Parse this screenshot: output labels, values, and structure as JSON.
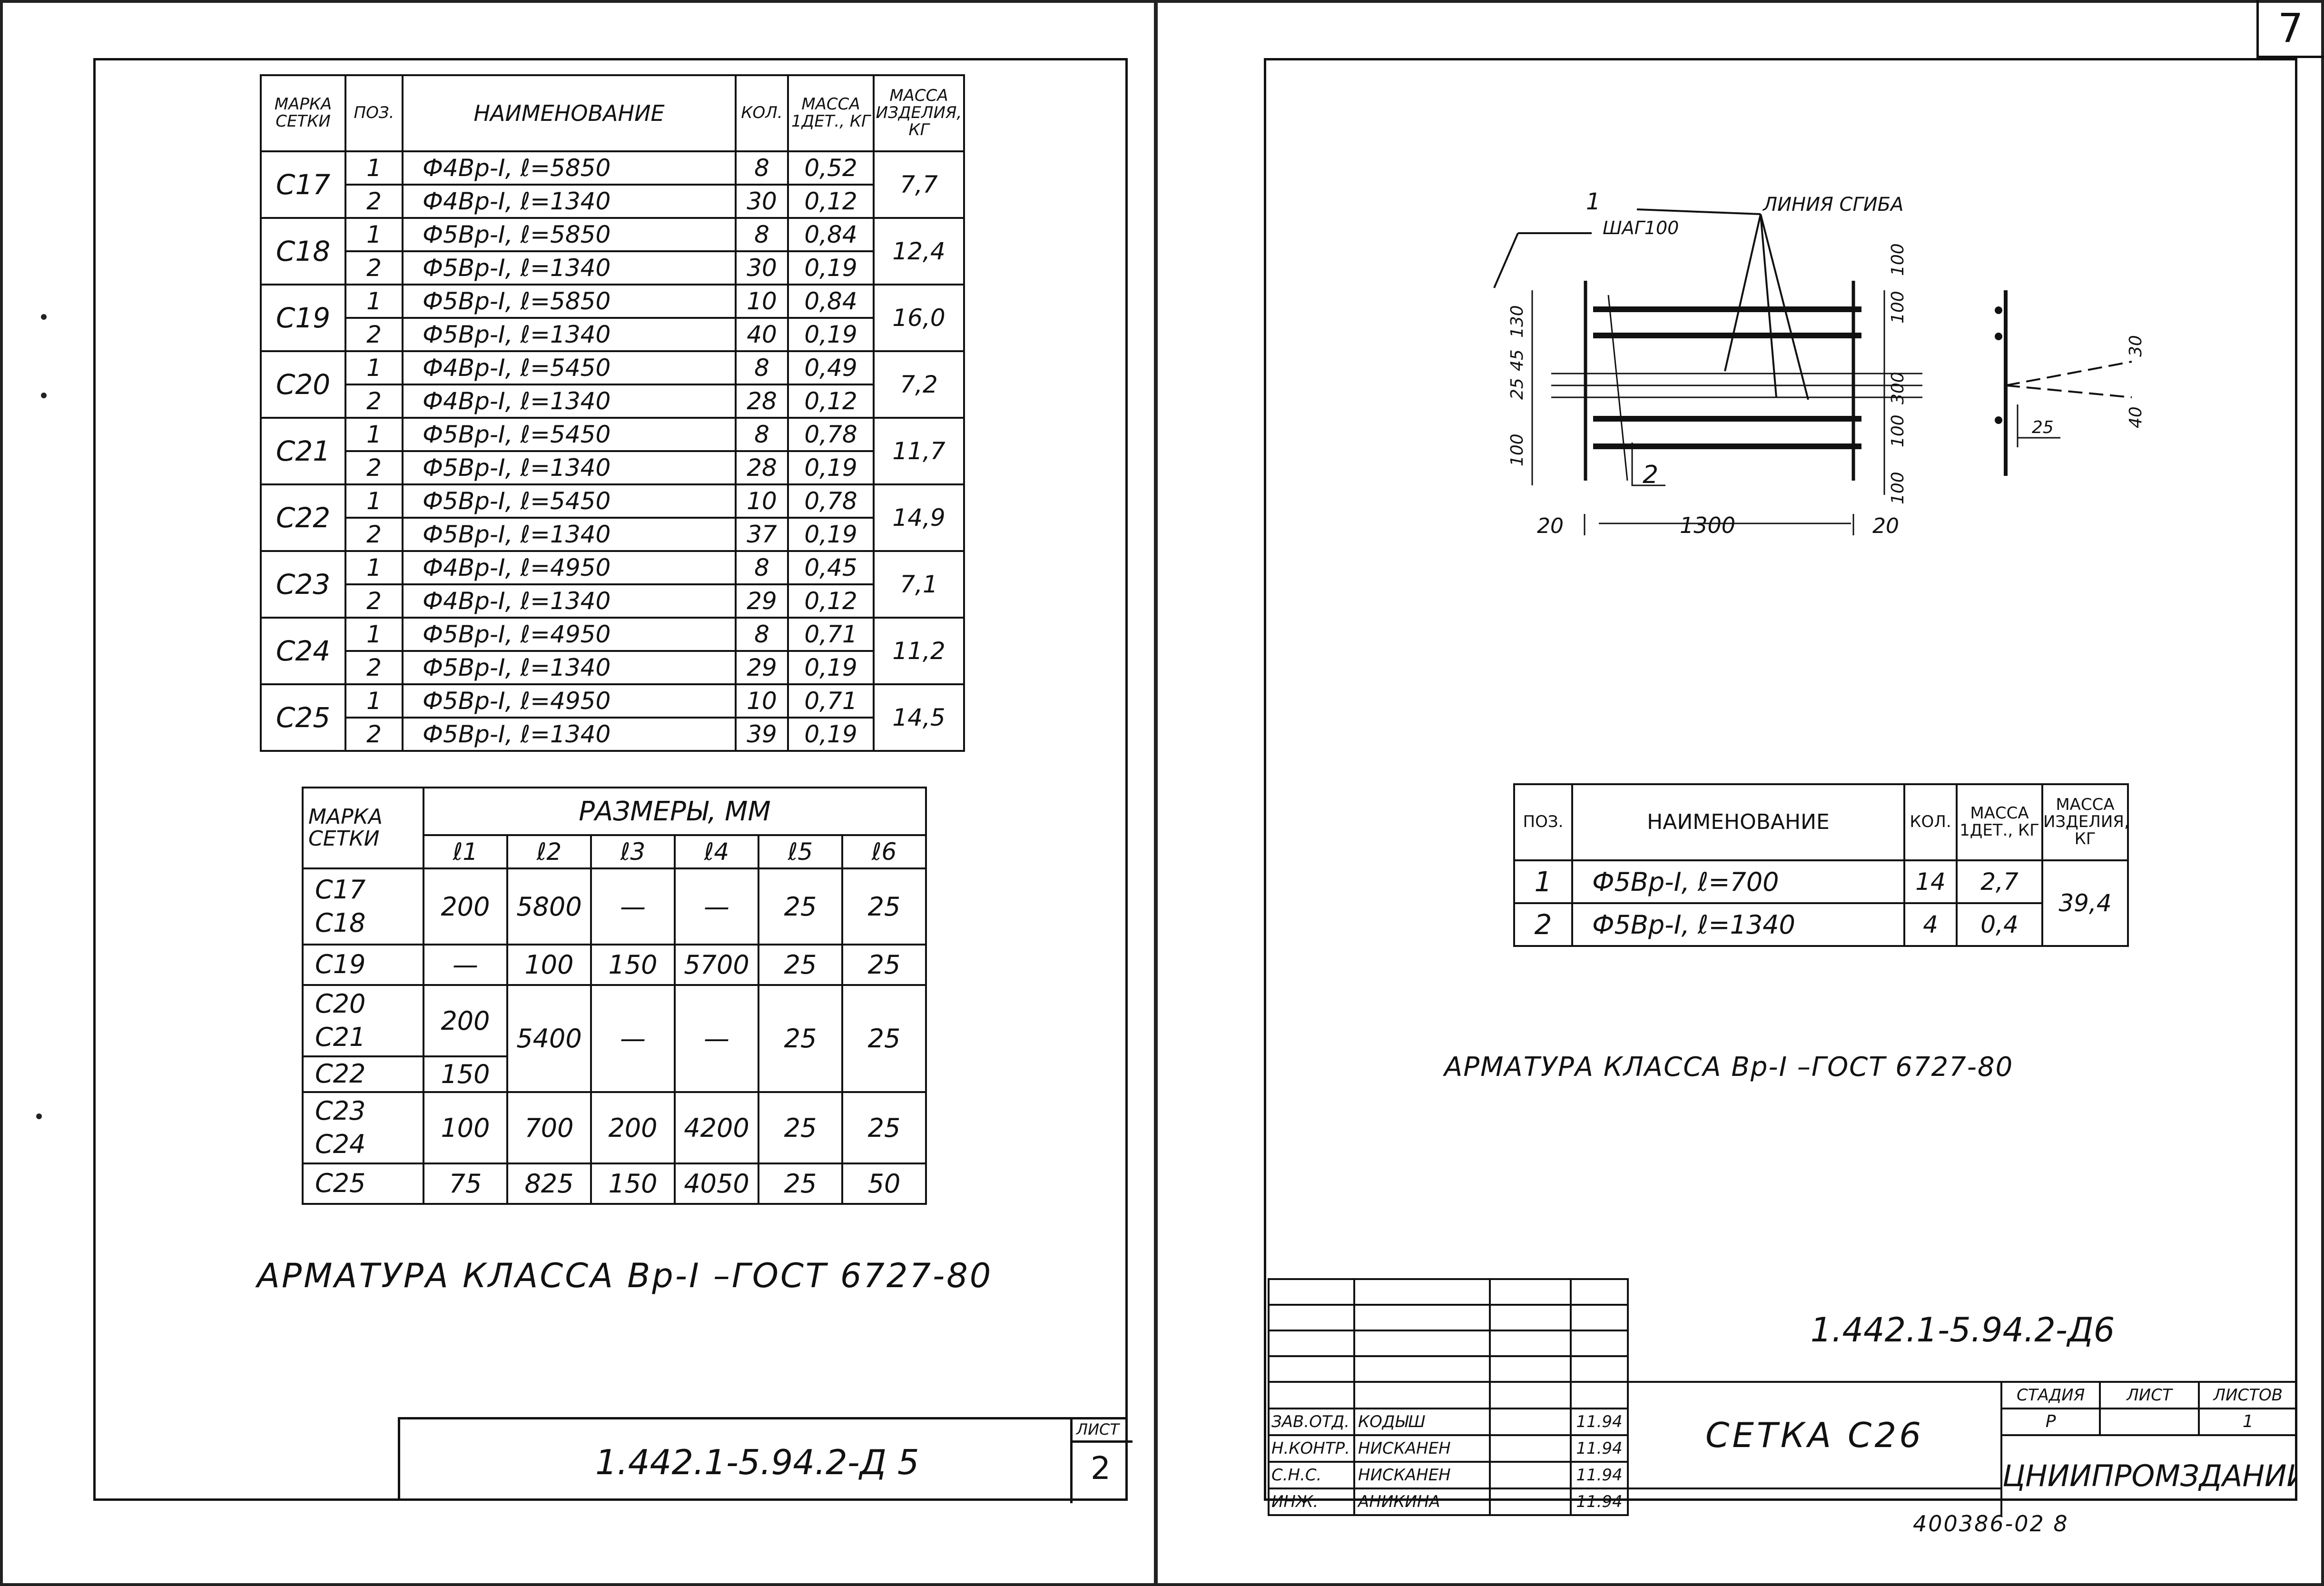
{
  "left_sheet": {
    "spec_table": {
      "headers": [
        "МАРКА СЕТКИ",
        "ПОЗ.",
        "НАИМЕНОВАНИЕ",
        "КОЛ.",
        "МАССА 1ДЕТ., КГ",
        "МАССА ИЗДЕЛИЯ, КГ"
      ],
      "groups": [
        {
          "mark": "С17",
          "mass": "7,7",
          "rows": [
            {
              "pos": "1",
              "name": "Ф4Вр-I, ℓ=5850",
              "qty": "8",
              "unit": "0,52"
            },
            {
              "pos": "2",
              "name": "Ф4Вр-I, ℓ=1340",
              "qty": "30",
              "unit": "0,12"
            }
          ]
        },
        {
          "mark": "С18",
          "mass": "12,4",
          "rows": [
            {
              "pos": "1",
              "name": "Ф5Вр-I, ℓ=5850",
              "qty": "8",
              "unit": "0,84"
            },
            {
              "pos": "2",
              "name": "Ф5Вр-I, ℓ=1340",
              "qty": "30",
              "unit": "0,19"
            }
          ]
        },
        {
          "mark": "С19",
          "mass": "16,0",
          "rows": [
            {
              "pos": "1",
              "name": "Ф5Вр-I, ℓ=5850",
              "qty": "10",
              "unit": "0,84"
            },
            {
              "pos": "2",
              "name": "Ф5Вр-I, ℓ=1340",
              "qty": "40",
              "unit": "0,19"
            }
          ]
        },
        {
          "mark": "С20",
          "mass": "7,2",
          "rows": [
            {
              "pos": "1",
              "name": "Ф4Вр-I, ℓ=5450",
              "qty": "8",
              "unit": "0,49"
            },
            {
              "pos": "2",
              "name": "Ф4Вр-I, ℓ=1340",
              "qty": "28",
              "unit": "0,12"
            }
          ]
        },
        {
          "mark": "С21",
          "mass": "11,7",
          "rows": [
            {
              "pos": "1",
              "name": "Ф5Вр-I, ℓ=5450",
              "qty": "8",
              "unit": "0,78"
            },
            {
              "pos": "2",
              "name": "Ф5Вр-I, ℓ=1340",
              "qty": "28",
              "unit": "0,19"
            }
          ]
        },
        {
          "mark": "С22",
          "mass": "14,9",
          "rows": [
            {
              "pos": "1",
              "name": "Ф5Вр-I, ℓ=5450",
              "qty": "10",
              "unit": "0,78"
            },
            {
              "pos": "2",
              "name": "Ф5Вр-I, ℓ=1340",
              "qty": "37",
              "unit": "0,19"
            }
          ]
        },
        {
          "mark": "С23",
          "mass": "7,1",
          "rows": [
            {
              "pos": "1",
              "name": "Ф4Вр-I, ℓ=4950",
              "qty": "8",
              "unit": "0,45"
            },
            {
              "pos": "2",
              "name": "Ф4Вр-I, ℓ=1340",
              "qty": "29",
              "unit": "0,12"
            }
          ]
        },
        {
          "mark": "С24",
          "mass": "11,2",
          "rows": [
            {
              "pos": "1",
              "name": "Ф5Вр-I, ℓ=4950",
              "qty": "8",
              "unit": "0,71"
            },
            {
              "pos": "2",
              "name": "Ф5Вр-I, ℓ=1340",
              "qty": "29",
              "unit": "0,19"
            }
          ]
        },
        {
          "mark": "С25",
          "mass": "14,5",
          "rows": [
            {
              "pos": "1",
              "name": "Ф5Вр-I, ℓ=4950",
              "qty": "10",
              "unit": "0,71"
            },
            {
              "pos": "2",
              "name": "Ф5Вр-I, ℓ=1340",
              "qty": "39",
              "unit": "0,19"
            }
          ]
        }
      ]
    },
    "dims_table": {
      "mark_header": "МАРКА СЕТКИ",
      "dims_header": "РАЗМЕРЫ, ММ",
      "cols": [
        "ℓ1",
        "ℓ2",
        "ℓ3",
        "ℓ4",
        "ℓ5",
        "ℓ6"
      ],
      "rows": [
        {
          "marks": [
            "С17",
            "С18"
          ],
          "vals": [
            "200",
            "5800",
            "—",
            "—",
            "25",
            "25"
          ]
        },
        {
          "marks": [
            "С19"
          ],
          "vals": [
            "—",
            "100",
            "150",
            "5700",
            "25",
            "25"
          ]
        },
        {
          "marks": [
            "С20",
            "С21"
          ],
          "vals": [
            "200",
            "5400",
            "—",
            "—",
            "25",
            "25"
          ]
        },
        {
          "marks": [
            "С22"
          ],
          "vals": [
            "150"
          ]
        },
        {
          "marks": [
            "С23",
            "С24"
          ],
          "vals": [
            "100",
            "700",
            "200",
            "4200",
            "25",
            "25"
          ]
        },
        {
          "marks": [
            "С25"
          ],
          "vals": [
            "75",
            "825",
            "150",
            "4050",
            "25",
            "50"
          ]
        }
      ]
    },
    "note": "АРМАТУРА КЛАССА Вр-I –ГОСТ 6727-80",
    "doc_code": "1.442.1-5.94.2-Д 5",
    "sheet_label": "ЛИСТ",
    "sheet_no": "2"
  },
  "right_sheet": {
    "page_number": "7",
    "drawing": {
      "callout_1": "1",
      "step_label": "ШАГ100",
      "bend_line_label": "ЛИНИЯ СГИБА",
      "callout_2": "2",
      "dim_1300": "1300",
      "dim_20_left": "20",
      "dim_20_right": "20",
      "dim_100_top": "100",
      "dim_100_a": "100",
      "dim_300": "300",
      "dim_100_b": "100",
      "dim_100_c": "100",
      "dim_130": "130",
      "dim_45": "45",
      "dim_25_left": "25",
      "dim_100_left": "100",
      "dim_30": "30",
      "dim_25_side": "25",
      "dim_40": "40"
    },
    "spec_table": {
      "headers": [
        "ПОЗ.",
        "НАИМЕНОВАНИЕ",
        "КОЛ.",
        "МАССА 1ДЕТ., КГ",
        "МАССА ИЗДЕЛИЯ, КГ"
      ],
      "rows": [
        {
          "pos": "1",
          "name": "Ф5Вр-I, ℓ=700",
          "qty": "14",
          "unit": "2,7"
        },
        {
          "pos": "2",
          "name": "Ф5Вр-I, ℓ=1340",
          "qty": "4",
          "unit": "0,4"
        }
      ],
      "mass": "39,4"
    },
    "note": "АРМАТУРА КЛАССА Вр-I –ГОСТ 6727-80",
    "title_block": {
      "doc_code": "1.442.1-5.94.2-Д6",
      "title": "СЕТКА С26",
      "stage_header": "СТАДИЯ",
      "sheet_header": "ЛИСТ",
      "sheets_header": "ЛИСТОВ",
      "stage": "Р",
      "sheets": "1",
      "org": "ЦНИИПРОМЗДАНИЙ",
      "signers": [
        {
          "role": "ЗАВ.ОТД.",
          "name": "КОДЫШ",
          "date": "11.94"
        },
        {
          "role": "Н.КОНТР.",
          "name": "НИСКАНЕН",
          "date": "11.94"
        },
        {
          "role": "С.Н.С.",
          "name": "НИСКАНЕН",
          "date": "11.94"
        },
        {
          "role": "ИНЖ.",
          "name": "АНИКИНА",
          "date": "11.94"
        }
      ]
    },
    "archive_no": "400386-02   8"
  }
}
